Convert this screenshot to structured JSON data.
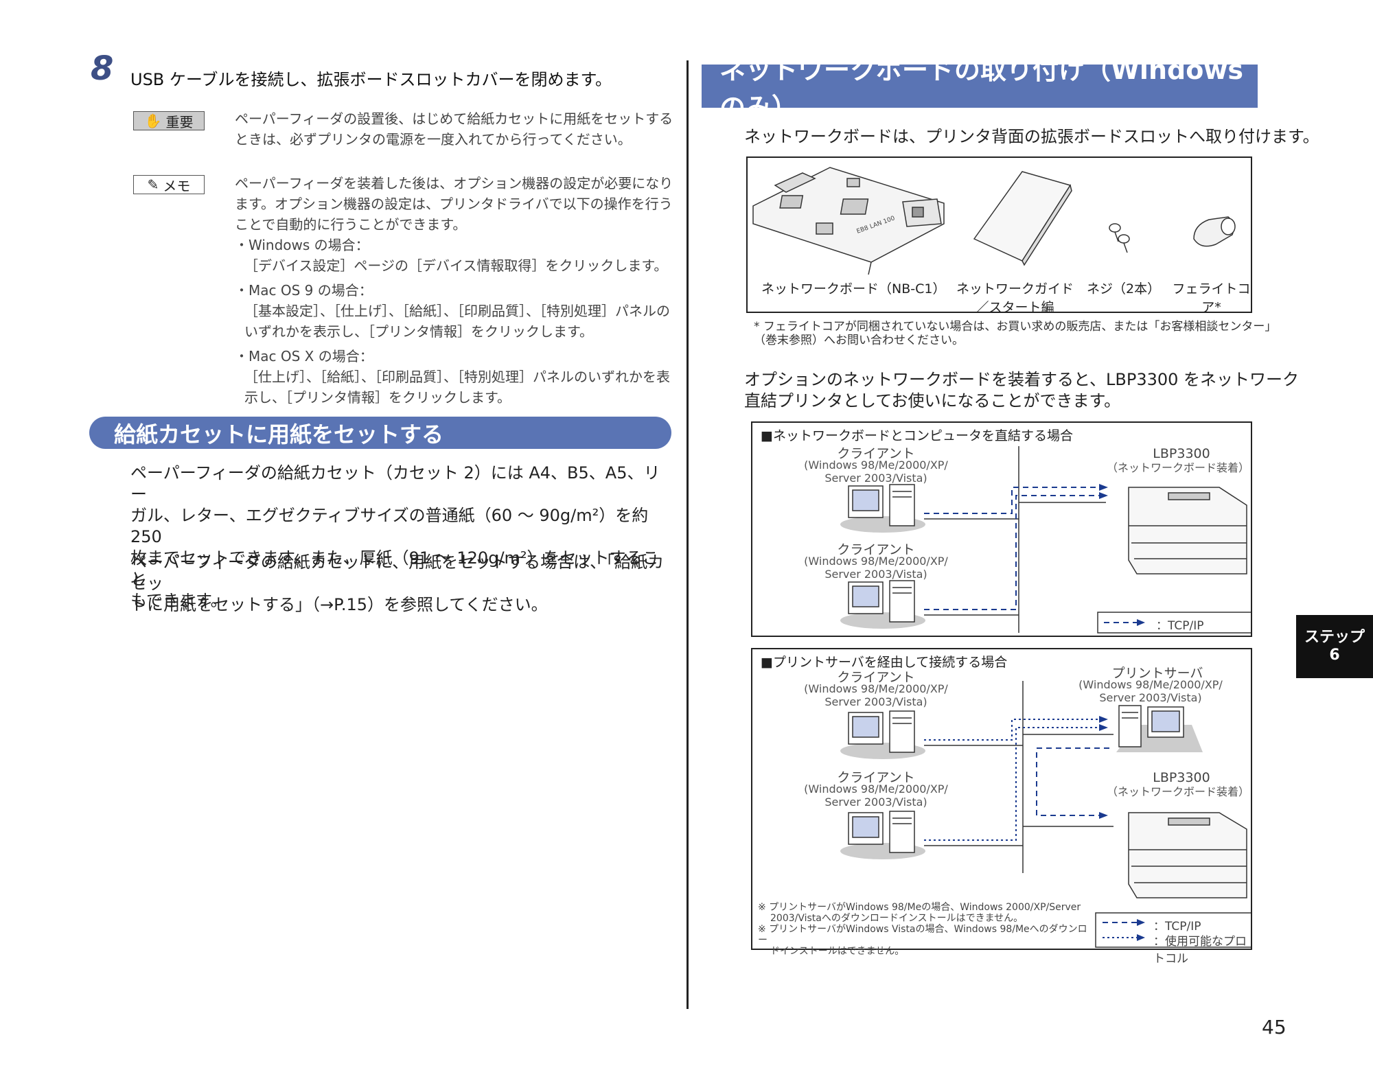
{
  "left": {
    "step_number": "8",
    "step_title": "USB ケーブルを接続し、拡張ボードスロットカバーを閉めます。",
    "important": {
      "label": "重要",
      "lines": [
        "ペーパーフィーダの設置後、はじめて給紙カセットに用紙をセットする",
        "ときは、必ずプリンタの電源を一度入れてから行ってください。"
      ]
    },
    "memo": {
      "label": "メモ",
      "lines": [
        "ペーパーフィーダを装着した後は、オプション機器の設定が必要になり",
        "ます。オプション機器の設定は、プリンタドライバで以下の操作を行う",
        "ことで自動的に行うことができます。"
      ],
      "windows_head": "・Windows の場合：",
      "windows_body": "［デバイス設定］ページの［デバイス情報取得］をクリックします。",
      "mac9_head": "・Mac OS 9 の場合：",
      "mac9_body": [
        "［基本設定］、［仕上げ］、［給紙］、［印刷品質］、［特別処理］パネルの",
        "いずれかを表示し、［プリンタ情報］をクリックします。"
      ],
      "macx_head": "・Mac OS X の場合：",
      "macx_body": [
        "［仕上げ］、［給紙］、［印刷品質］、［特別処理］パネルのいずれかを表",
        "示し、［プリンタ情報］をクリックします。"
      ]
    },
    "section_title": "給紙カセットに用紙をセットする",
    "para1": [
      "ペーパーフィーダの給紙カセット（カセット 2）には A4、B5、A5、リー",
      "ガル、レター、エグゼクティブサイズの普通紙（60 ～ 90g/m²）を約 250",
      "枚までセットできます。また、厚紙（91 ～ 120g/m²）をセットすること",
      "もできます。"
    ],
    "para2": [
      "ペーパーフィーダの給紙カセットに、用紙をセットする場合は、「給紙カセッ",
      "トに用紙をセットする」（→P.15）を参照してください。"
    ]
  },
  "right": {
    "title": "ネットワークボードの取り付け（Windows のみ）",
    "intro": "ネットワークボードは、プリンタ背面の拡張ボードスロットへ取り付けます。",
    "items": [
      {
        "label": "ネットワークボード（NB-C1）"
      },
      {
        "label": "ネットワークガイド",
        "label2": "／スタート編"
      },
      {
        "label": "ネジ（2本）"
      },
      {
        "label": "フェライトコア*"
      }
    ],
    "board_marking": "EB8 LAN 100",
    "footnote": [
      "* フェライトコアが同梱されていない場合は、お買い求めの販売店、または「お客様相談センター」",
      "（巻末参照）へお問い合わせください。"
    ],
    "para": [
      "オプションのネットワークボードを装着すると、LBP3300 をネットワーク",
      "直結プリンタとしてお使いになることができます。"
    ],
    "diagram1": {
      "title": "■ネットワークボードとコンピュータを直結する場合",
      "client": "クライアント",
      "client_os1": "(Windows 98/Me/2000/XP/",
      "client_os2": "Server 2003/Vista)",
      "printer": "LBP3300",
      "printer_sub": "（ネットワークボード装着）",
      "legend_tcp": "：TCP/IP"
    },
    "diagram2": {
      "title": "■プリントサーバを経由して接続する場合",
      "client": "クライアント",
      "client_os1": "(Windows 98/Me/2000/XP/",
      "client_os2": "Server 2003/Vista)",
      "server": "プリントサーバ",
      "server_os1": "(Windows 98/Me/2000/XP/",
      "server_os2": "Server 2003/Vista)",
      "printer": "LBP3300",
      "printer_sub": "（ネットワークボード装着）",
      "note1a": "※ プリントサーバがWindows 98/Meの場合、Windows 2000/XP/Server",
      "note1b": "2003/Vistaへのダウンロードインストールはできません。",
      "note2a": "※ プリントサーバがWindows Vistaの場合、Windows 98/Meへのダウンロー",
      "note2b": "ドインストールはできません。",
      "legend_tcp": "：TCP/IP",
      "legend_proto": "：使用可能なプロトコル"
    }
  },
  "tab": {
    "line1": "ステップ",
    "line2": "6"
  },
  "page_number": "45",
  "colors": {
    "accent": "#5a74b4",
    "line_blue": "#1a3a8f"
  }
}
